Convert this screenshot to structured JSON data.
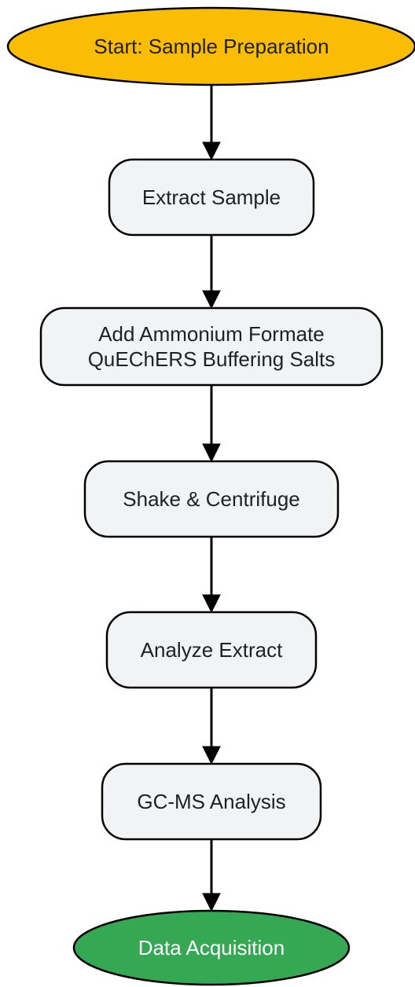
{
  "diagram": {
    "nodes": [
      {
        "id": "start",
        "shape": "ellipse",
        "lines": [
          "Start: Sample Preparation"
        ],
        "fill": "#FBBC04",
        "text_color": "#202124"
      },
      {
        "id": "extract",
        "shape": "rounded-rect",
        "lines": [
          "Extract Sample"
        ],
        "fill": "#F1F3F4",
        "text_color": "#202124"
      },
      {
        "id": "salts",
        "shape": "rounded-rect",
        "lines": [
          "Add Ammonium Formate",
          "QuEChERS Buffering Salts"
        ],
        "fill": "#F1F3F4",
        "text_color": "#202124"
      },
      {
        "id": "shake",
        "shape": "rounded-rect",
        "lines": [
          "Shake & Centrifuge"
        ],
        "fill": "#F1F3F4",
        "text_color": "#202124"
      },
      {
        "id": "analyze",
        "shape": "rounded-rect",
        "lines": [
          "Analyze Extract"
        ],
        "fill": "#F1F3F4",
        "text_color": "#202124"
      },
      {
        "id": "gcms",
        "shape": "rounded-rect",
        "lines": [
          "GC-MS Analysis"
        ],
        "fill": "#F1F3F4",
        "text_color": "#202124"
      },
      {
        "id": "end",
        "shape": "ellipse",
        "lines": [
          "Data Acquisition"
        ],
        "fill": "#34A853",
        "text_color": "#FFFFFF"
      }
    ],
    "edges": [
      {
        "from": "start",
        "to": "extract"
      },
      {
        "from": "extract",
        "to": "salts"
      },
      {
        "from": "salts",
        "to": "shake"
      },
      {
        "from": "shake",
        "to": "analyze"
      },
      {
        "from": "analyze",
        "to": "gcms"
      },
      {
        "from": "gcms",
        "to": "end"
      }
    ],
    "stroke_color": "#000000"
  }
}
